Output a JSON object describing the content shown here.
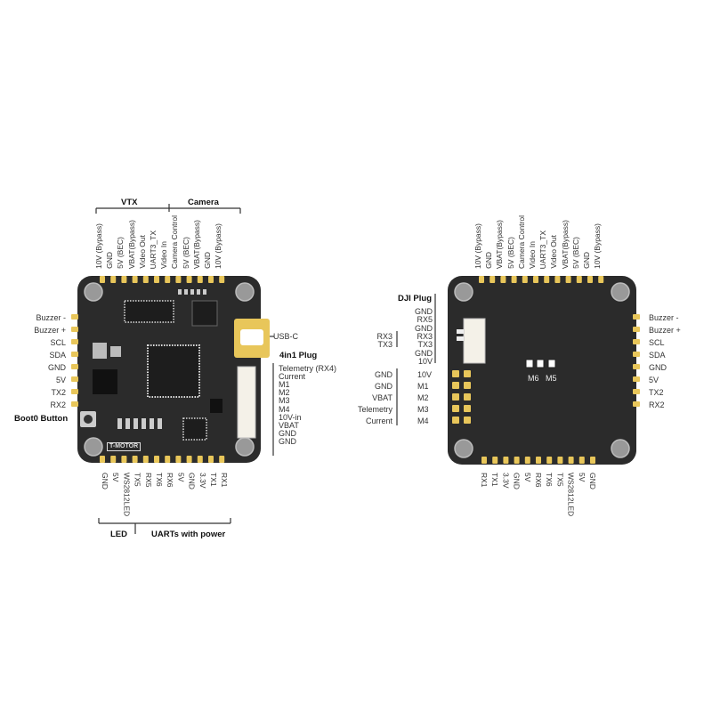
{
  "top_view": {
    "top_groups": {
      "vtx": "VTX",
      "camera": "Camera"
    },
    "top_pins": [
      "10V (Bypass)",
      "GND",
      "5V (BEC)",
      "VBAT(Bypass)",
      "Video Out",
      "UART3_TX",
      "Video In",
      "Camera Control",
      "5V (BEC)",
      "VBAT(Bypass)",
      "GND",
      "10V (Bypass)"
    ],
    "left_pins": [
      "Buzzer -",
      "Buzzer +",
      "SCL",
      "SDA",
      "GND",
      "5V",
      "TX2",
      "RX2"
    ],
    "boot_label": "Boot0 Button",
    "usb_label": "USB-C",
    "plug_title": "4in1 Plug",
    "plug_pins": [
      "Telemetry (RX4)",
      "Current",
      "M1",
      "M2",
      "M3",
      "M4",
      "10V-in",
      "VBAT",
      "GND",
      "GND"
    ],
    "bottom_pins": [
      "GND",
      "5V",
      "WS2812LED",
      "TX5",
      "RX5",
      "TX6",
      "RX6",
      "5V",
      "GND",
      "3.3V",
      "TX1",
      "RX1"
    ],
    "bottom_groups": {
      "led": "LED",
      "uarts": "UARTs with power"
    },
    "logo": "T-MOTOR"
  },
  "bottom_view": {
    "top_pins": [
      "10V (Bypass)",
      "GND",
      "VBAT(Bypass)",
      "5V (BEC)",
      "Camera Control",
      "Video In",
      "UART3_TX",
      "Video Out",
      "VBAT(Bypass)",
      "5V (BEC)",
      "GND",
      "10V (Bypass)"
    ],
    "dji_title": "DJI Plug",
    "dji_pins": [
      "GND",
      "RX5",
      "GND",
      "RX3",
      "TX3",
      "GND",
      "10V"
    ],
    "dji_group": [
      "RX3",
      "TX3"
    ],
    "motor_left": [
      "GND",
      "GND",
      "VBAT",
      "Telemetry",
      "Current"
    ],
    "motor_right": [
      "10V",
      "M1",
      "M2",
      "M3",
      "M4"
    ],
    "pad_labels": [
      "M6",
      "M5"
    ],
    "right_pins": [
      "Buzzer -",
      "Buzzer +",
      "SCL",
      "SDA",
      "GND",
      "5V",
      "TX2",
      "RX2"
    ],
    "bottom_pins": [
      "RX1",
      "TX1",
      "3.3V",
      "GND",
      "5V",
      "RX6",
      "TX6",
      "TX5",
      "WS2812LED",
      "5V",
      "GND"
    ]
  },
  "colors": {
    "board": "#2b2b2b",
    "pad": "#e8c65a",
    "mount": "#999999",
    "line": "#333333"
  }
}
